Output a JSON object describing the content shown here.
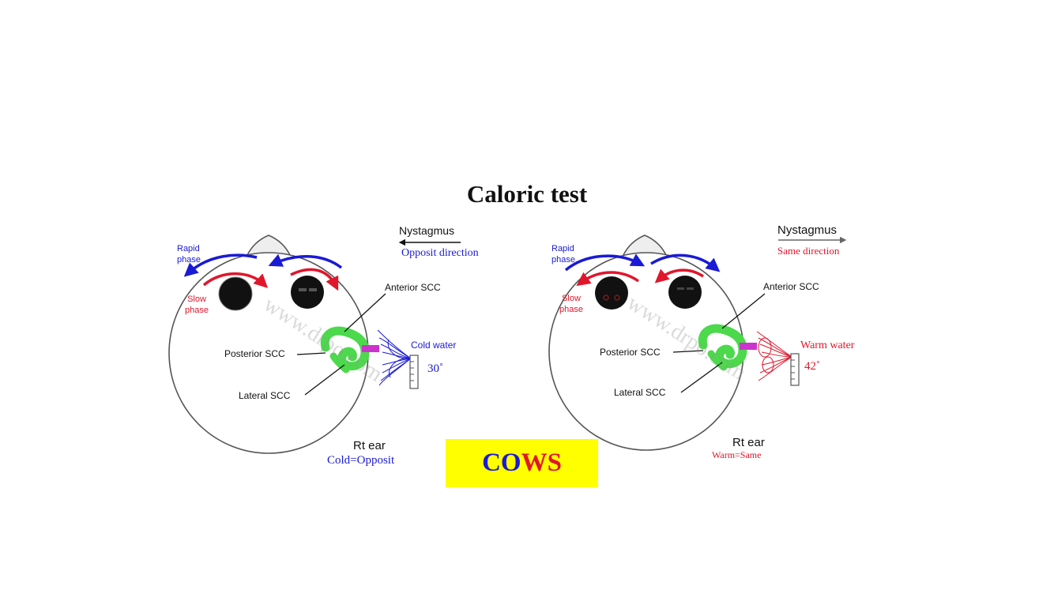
{
  "title": "Caloric test",
  "colors": {
    "cold": "#1a1ad6",
    "warm": "#e0162b",
    "scc": "#4cd94c",
    "nerve": "#cc33cc",
    "cows_bg": "#ffff00"
  },
  "left_panel": {
    "nystagmus_label": "Nystagmus",
    "direction_label": "Opposit direction",
    "rapid_phase": [
      "Rapid",
      "phase"
    ],
    "slow_phase": [
      "Slow",
      "phase"
    ],
    "anterior_scc": "Anterior SCC",
    "posterior_scc": "Posterior SCC",
    "lateral_scc": "Lateral SCC",
    "water_label": "Cold water",
    "temperature": "30˚",
    "ear_label": "Rt ear",
    "rule_label": "Cold=Opposit"
  },
  "right_panel": {
    "nystagmus_label": "Nystagmus",
    "direction_label": "Same direction",
    "rapid_phase": [
      "Rapid",
      "phase"
    ],
    "slow_phase": [
      "Slow",
      "phase"
    ],
    "anterior_scc": "Anterior SCC",
    "posterior_scc": "Posterior SCC",
    "lateral_scc": "Lateral SCC",
    "water_label": "Warm water",
    "temperature": "42˚",
    "ear_label": "Rt ear",
    "rule_label": "Warm=Same"
  },
  "mnemonic": {
    "part_cold": "CO",
    "part_warm": "WS"
  },
  "watermark": "www.drpo.com"
}
